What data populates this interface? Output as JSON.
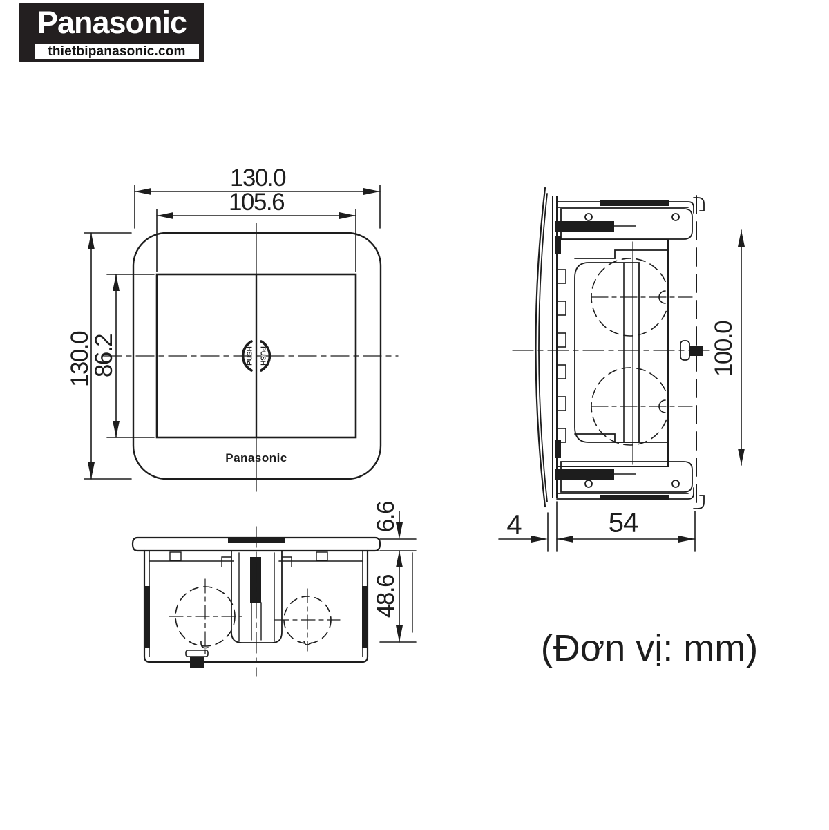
{
  "brand": {
    "name": "Panasonic",
    "website": "thietbipanasonic.com"
  },
  "note": {
    "units": "(Đơn vị: mm)"
  },
  "front_view": {
    "dim_overall_width": "130.0",
    "dim_door_width": "105.6",
    "dim_overall_height": "130.0",
    "dim_door_height": "86.2",
    "push_label_left": "PUSH",
    "push_label_right": "PUSH",
    "plate_brand": "Panasonic"
  },
  "side_view": {
    "dim_overall_height": "100.0",
    "dim_cover_gap": "4",
    "dim_body_depth": "54"
  },
  "bottom_view": {
    "dim_plate_thickness": "6.6",
    "dim_body_depth": "48.6"
  },
  "colors": {
    "line": "#1d1d1d",
    "background": "#ffffff",
    "logo_background": "#231f20"
  }
}
